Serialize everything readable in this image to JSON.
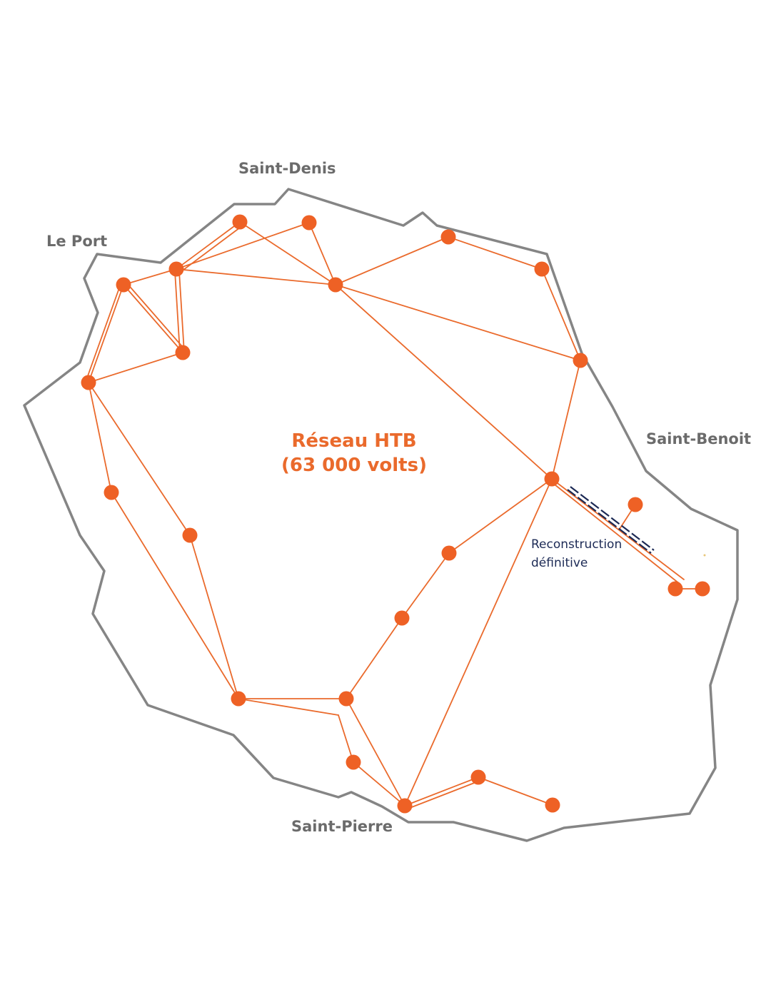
{
  "colors": {
    "coast": "#858585",
    "network": "#ea6a2c",
    "node": "#ee6125",
    "annotation": "#1c2a55",
    "label": "#6b6b6b"
  },
  "cities": {
    "saint_denis": "Saint-Denis",
    "le_port": "Le Port",
    "saint_benoit": "Saint-Benoit",
    "saint_pierre": "Saint-Pierre"
  },
  "network": {
    "title_line1": "Réseau HTB",
    "title_line2": "(63 000 volts)"
  },
  "annotation": {
    "line1": "Reconstruction",
    "line2": "définitive"
  }
}
